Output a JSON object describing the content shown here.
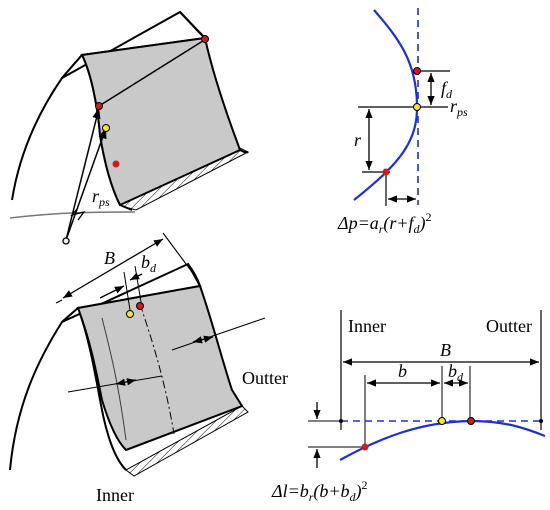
{
  "panel_top_right": {
    "label_f": "f",
    "label_f_sub": "d",
    "label_r": "r",
    "label_r_ps": "r",
    "label_r_ps_sub": "ps",
    "formula_left": "Δp=a",
    "formula_sub": "r",
    "formula_mid": "(r+f",
    "formula_sub2": "d",
    "formula_right": ")",
    "formula_exp": "2"
  },
  "panel_top_left": {
    "label_r_ps": "r",
    "label_r_ps_sub": "ps"
  },
  "panel_bottom_left": {
    "label_B": "B",
    "label_b": "b",
    "label_b_sub": "d",
    "label_outter": "Outter",
    "label_inner": "Inner"
  },
  "panel_bottom_right": {
    "label_inner": "Inner",
    "label_outter": "Outter",
    "label_B": "B",
    "label_b": "b",
    "label_bd": "b",
    "label_bd_sub": "d",
    "formula_left": "Δl=b",
    "formula_sub": "r",
    "formula_mid": "(b+b",
    "formula_sub2": "d",
    "formula_right": ")",
    "formula_exp": "2"
  },
  "colors": {
    "curve": "#1f2fd6",
    "dash": "#1f2fd6",
    "face_gray": "#c9c9c9",
    "red_point": "#d11b1b",
    "yellow_point": "#f2e33a",
    "ink": "#000000"
  }
}
